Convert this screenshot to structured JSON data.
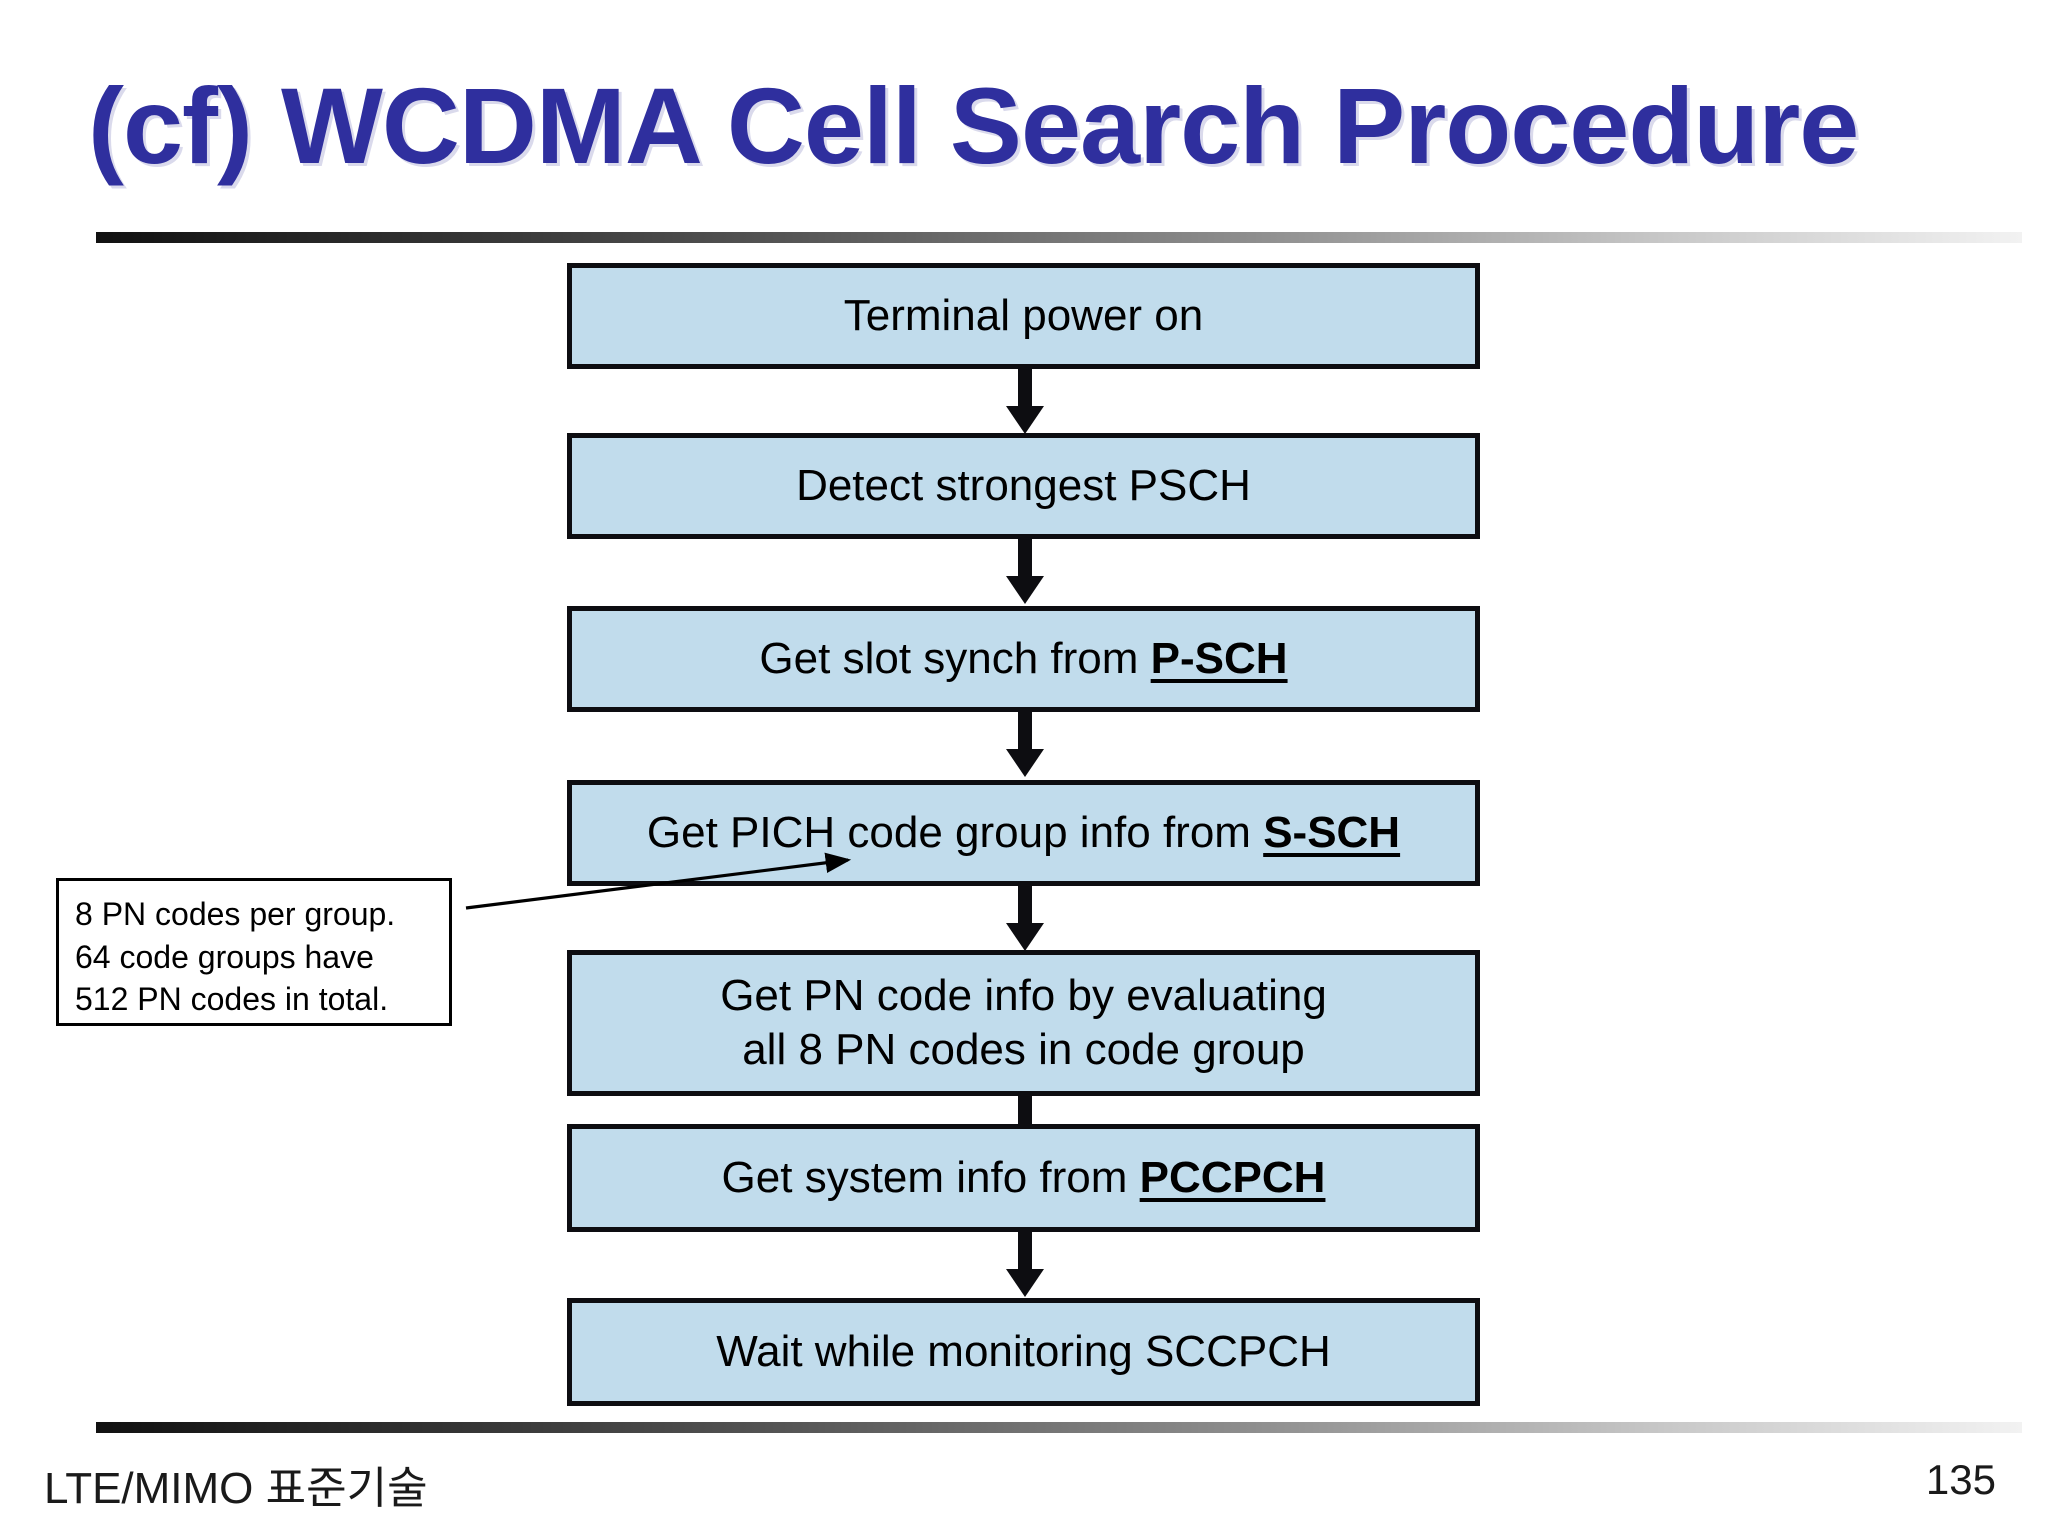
{
  "slide": {
    "title": "(cf) WCDMA Cell Search Procedure",
    "title_color": "#2f2f9e",
    "page_number": "135",
    "footer_label": "LTE/MIMO 표준기술",
    "background_color": "#ffffff"
  },
  "flowchart": {
    "box_fill_color": "#c1dcec",
    "box_border_color": "#0d0d11",
    "arrow_color": "#0d0d11",
    "steps": [
      {
        "id": "terminal-power-on",
        "text": "Terminal power on",
        "emphasis": "",
        "lines": [
          "Terminal power on"
        ]
      },
      {
        "id": "detect-psch",
        "text": "Detect strongest PSCH",
        "emphasis": "",
        "lines": [
          "Detect strongest PSCH"
        ]
      },
      {
        "id": "slot-synch-psch",
        "text": "Get slot synch from ",
        "emphasis": "P-SCH",
        "lines": [
          "Get slot synch from P-SCH"
        ]
      },
      {
        "id": "pich-code-group",
        "text": "Get PICH code group info from ",
        "emphasis": "S-SCH",
        "lines": [
          "Get PICH code group info from S-SCH"
        ]
      },
      {
        "id": "pn-code-info",
        "text": "Get PN code info by evaluating",
        "emphasis": "",
        "lines": [
          "Get PN code info by evaluating",
          "all 8 PN codes in code group"
        ]
      },
      {
        "id": "system-info-pccpch",
        "text": "Get system info from ",
        "emphasis": "PCCPCH",
        "lines": [
          "Get system info from PCCPCH"
        ]
      },
      {
        "id": "wait-sccpch",
        "text": "Wait while monitoring SCCPCH",
        "emphasis": "",
        "lines": [
          "Wait while monitoring SCCPCH"
        ]
      }
    ]
  },
  "note": {
    "line1": "8 PN codes per group.",
    "line2": "64 code groups have",
    "line3": "512 PN codes in total.",
    "points_to": "pich-code-group"
  }
}
